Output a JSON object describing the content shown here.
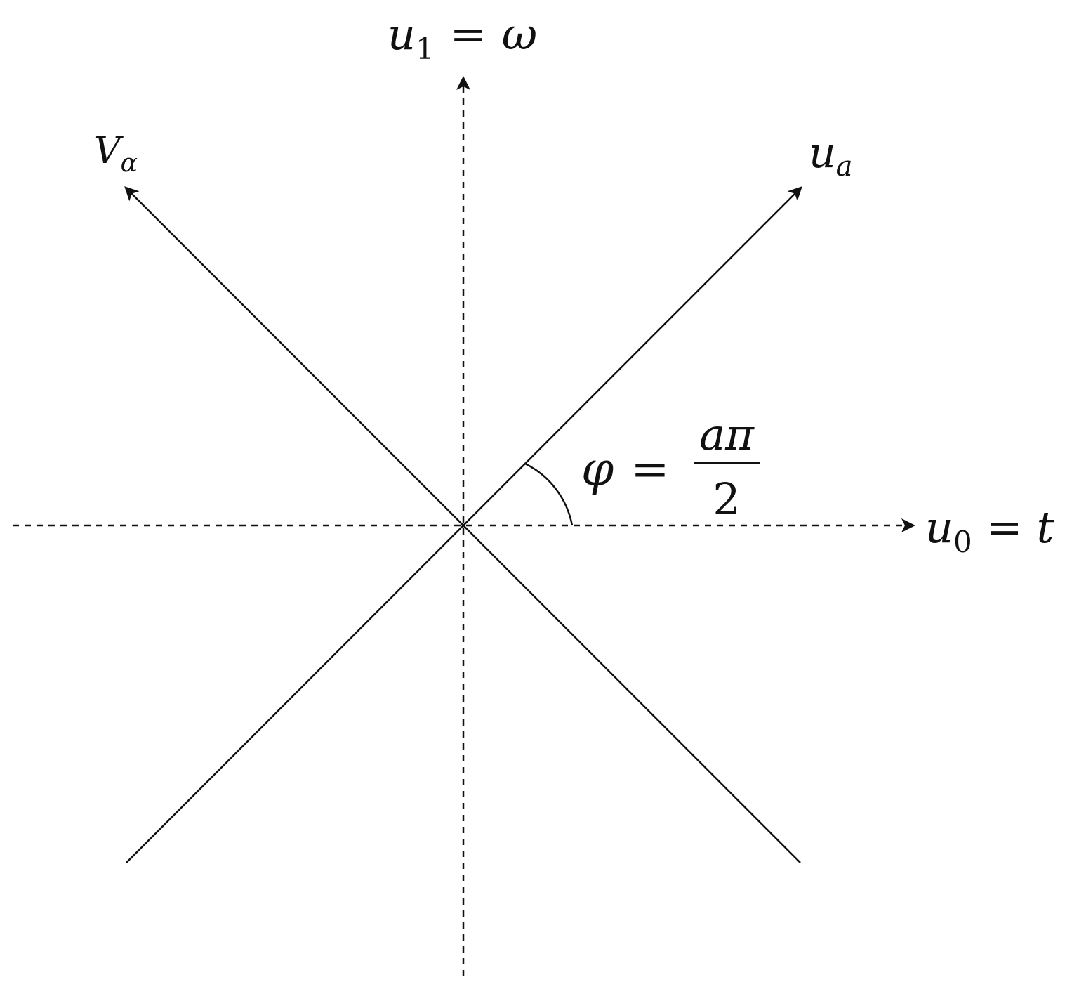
{
  "diagram": {
    "axes": {
      "horizontal": {
        "var": "u",
        "sub": "0",
        "eq": "=",
        "rhs": "t"
      },
      "vertical": {
        "var": "u",
        "sub": "1",
        "eq": "=",
        "rhs": "ω"
      }
    },
    "rotated_axes": {
      "u_a": {
        "var": "u",
        "sub": "a"
      },
      "v_alpha": {
        "var": "V",
        "sub": "α"
      }
    },
    "angle": {
      "symbol": "φ",
      "eq": "=",
      "numerator": "aπ",
      "denominator": "2"
    },
    "colors": {
      "line": "#111111",
      "background": "#ffffff"
    }
  }
}
